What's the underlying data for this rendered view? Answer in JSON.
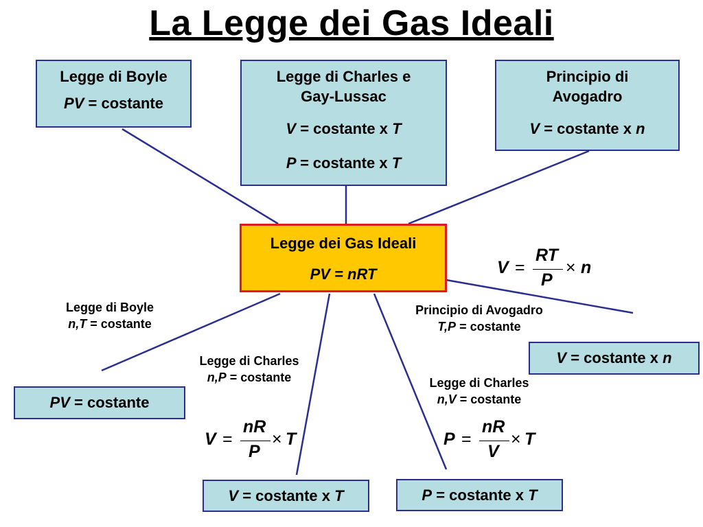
{
  "title": "La Legge dei Gas Ideali",
  "boxes": {
    "boyle": {
      "title": "Legge di Boyle",
      "formula_var": "PV",
      "formula_rest": " = costante"
    },
    "charles_gay": {
      "title_line1": "Legge di Charles e",
      "title_line2": "Gay-Lussac",
      "formula1_var": "V",
      "formula1_mid": " = costante x ",
      "formula1_end": "T",
      "formula2_var": "P =",
      "formula2_mid": " costante x ",
      "formula2_end": "T"
    },
    "avogadro": {
      "title_line1": "Principio di",
      "title_line2": "Avogadro",
      "formula_var": "V",
      "formula_mid": " = costante x ",
      "formula_end": "n"
    },
    "center": {
      "title": "Legge dei Gas Ideali",
      "formula": "PV = nRT"
    },
    "out_avogadro": {
      "var": "V",
      "mid": " = costante x ",
      "end": "n"
    },
    "out_boyle": {
      "var": "PV",
      "rest": " = costante"
    },
    "out_charles_np": {
      "var": "V",
      "mid": " = costante x ",
      "end": "T"
    },
    "out_charles_nv": {
      "var": "P",
      "mid": " = costante x ",
      "end": "T"
    }
  },
  "labels": {
    "boyle": {
      "line1": "Legge di Boyle",
      "cond_var": "n,T",
      "cond_rest": " = costante"
    },
    "avogadro": {
      "line1": "Principio di Avogadro",
      "cond_var": "T,P",
      "cond_rest": " = costante"
    },
    "charles_np": {
      "line1": "Legge di Charles",
      "cond_var": "n,P",
      "cond_rest": " = costante"
    },
    "charles_nv": {
      "line1": "Legge di Charles",
      "cond_var": "n,V",
      "cond_rest": " = costante"
    }
  },
  "equations": {
    "avogadro": {
      "lhs": "V",
      "eq": "=",
      "num": "RT",
      "den": "P",
      "times": "×",
      "rhs": "n"
    },
    "charles_np": {
      "lhs": "V",
      "eq": "=",
      "num": "nR",
      "den": "P",
      "times": "×",
      "rhs": "T"
    },
    "charles_nv": {
      "lhs": "P",
      "eq": "=",
      "num": "nR",
      "den": "V",
      "times": "×",
      "rhs": "T"
    }
  },
  "colors": {
    "box_fill": "#b6dde2",
    "box_border": "#2a2f8f",
    "center_fill": "#ffc800",
    "center_border": "#e01b1b",
    "line": "#2a2f8f"
  }
}
